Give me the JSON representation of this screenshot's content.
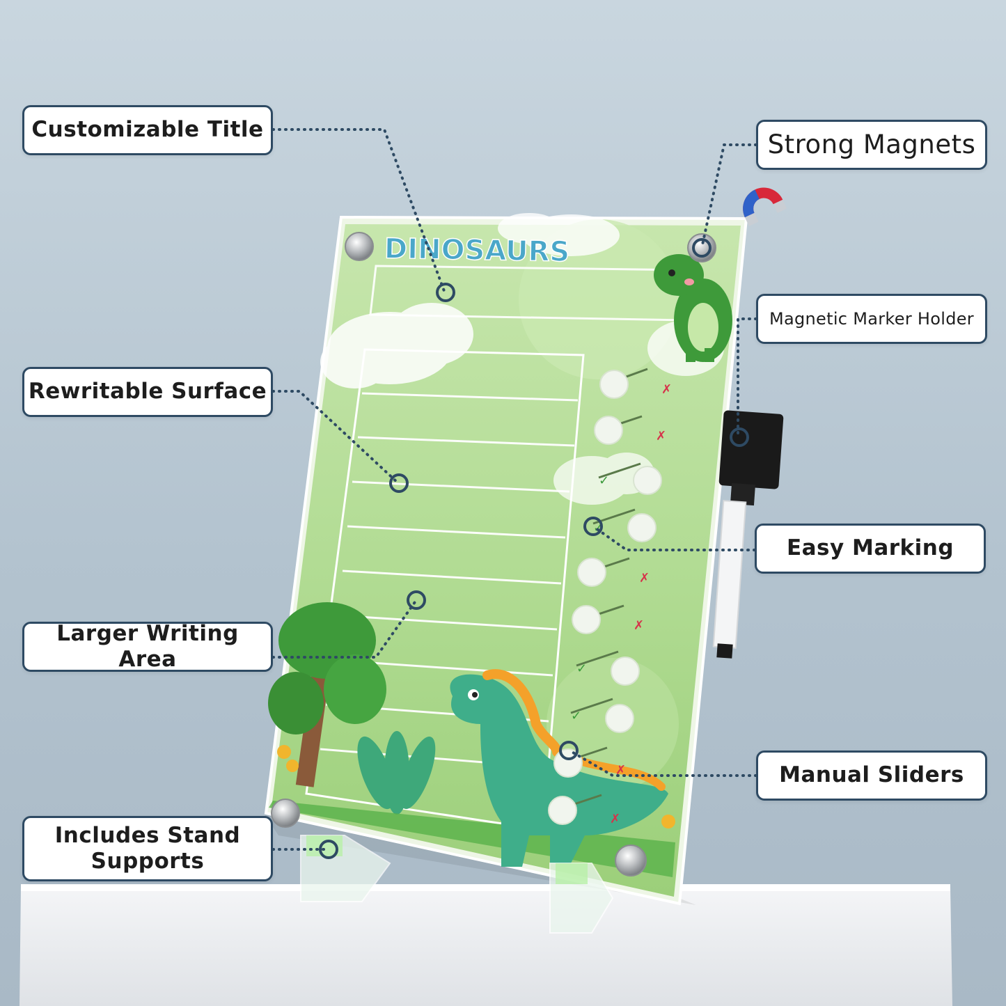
{
  "callouts": {
    "customizable_title": "Customizable Title",
    "strong_magnets": "Strong Magnets",
    "magnetic_marker_holder": "Magnetic Marker Holder",
    "rewritable_surface": "Rewritable Surface",
    "easy_marking": "Easy Marking",
    "larger_writing_area": "Larger Writing Area",
    "manual_sliders": "Manual Sliders",
    "includes_stand_supports": [
      "Includes Stand",
      "Supports"
    ]
  },
  "board": {
    "title": "DINOSAURS",
    "slider_states": [
      "x",
      "x",
      "check",
      "check",
      "x",
      "x",
      "check",
      "check",
      "x",
      "x"
    ]
  },
  "colors": {
    "callout_border": "#2e4a63",
    "leader_dots": "#2e4a63",
    "board_green": "#a9d88a",
    "tree_green": "#3e9a3a",
    "dino_teal": "#3fae8a"
  }
}
